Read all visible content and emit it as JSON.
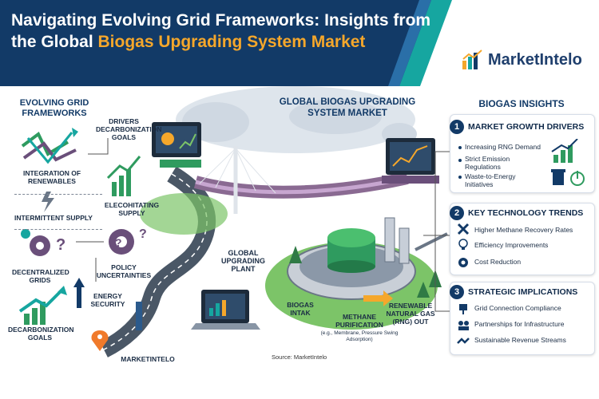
{
  "header": {
    "title_part1": "Navigating Evolving Grid Frameworks: Insights from the Global ",
    "title_highlight": "Biogas Upgrading System Market",
    "logo_text_1": "Market",
    "logo_text_2": "Intelo",
    "colors": {
      "navy": "#123a67",
      "accent": "#f5a72b",
      "teal": "#16a6a0"
    }
  },
  "left": {
    "title": "EVOLVING GRID FRAMEWORKS",
    "integration": "INTEGRATION OF RENEWABLES",
    "intermittent": "INTERMITTENT SUPPLY",
    "decentralized": "DECENTRALIZED GRIDS",
    "decarbonization": "DECARBONIZATION GOALS",
    "drivers": "DRIVERS DECARBONIZATION GOALS",
    "elec_supply": "ELECOHITATING SUPPLY",
    "policy": "POLICY UNCERTAINTIES",
    "energy_security": "ENERGY SECURITY",
    "marketintelo": "MARKETINTELO"
  },
  "center": {
    "title": "GLOBAL BIOGAS UPGRADING SYSTEM MARKET",
    "plant": "GLOBAL UPGRADING PLANT",
    "biogas_intak": "BIOGAS INTAK",
    "methane": "METHANE PURIFICATION",
    "methane_sub": "(e.g., Membrane, Pressure Swing Adsorption)",
    "rng": "RENEWABLE NATURAL GAS (RNG) OUT",
    "source": "Source: MarketIntelo"
  },
  "right": {
    "title": "BIOGAS INSIGHTS",
    "panels": [
      {
        "num": "1",
        "head": "MARKET GROWTH DRIVERS",
        "items": [
          "Increasing RNG Demand",
          "Strict Emission Regulations",
          "Waste-to-Energy Initiatives"
        ]
      },
      {
        "num": "2",
        "head": "KEY TECHNOLOGY TRENDS",
        "items": [
          "Higher Methane Recovery Rates",
          "Efficiency Improvements",
          "Cost Reduction"
        ]
      },
      {
        "num": "3",
        "head": "STRATEGIC IMPLICATIONS",
        "items": [
          "Grid Connection Compliance",
          "Partnerships for Infrastructure",
          "Sustainable Revenue Streams"
        ]
      }
    ]
  }
}
